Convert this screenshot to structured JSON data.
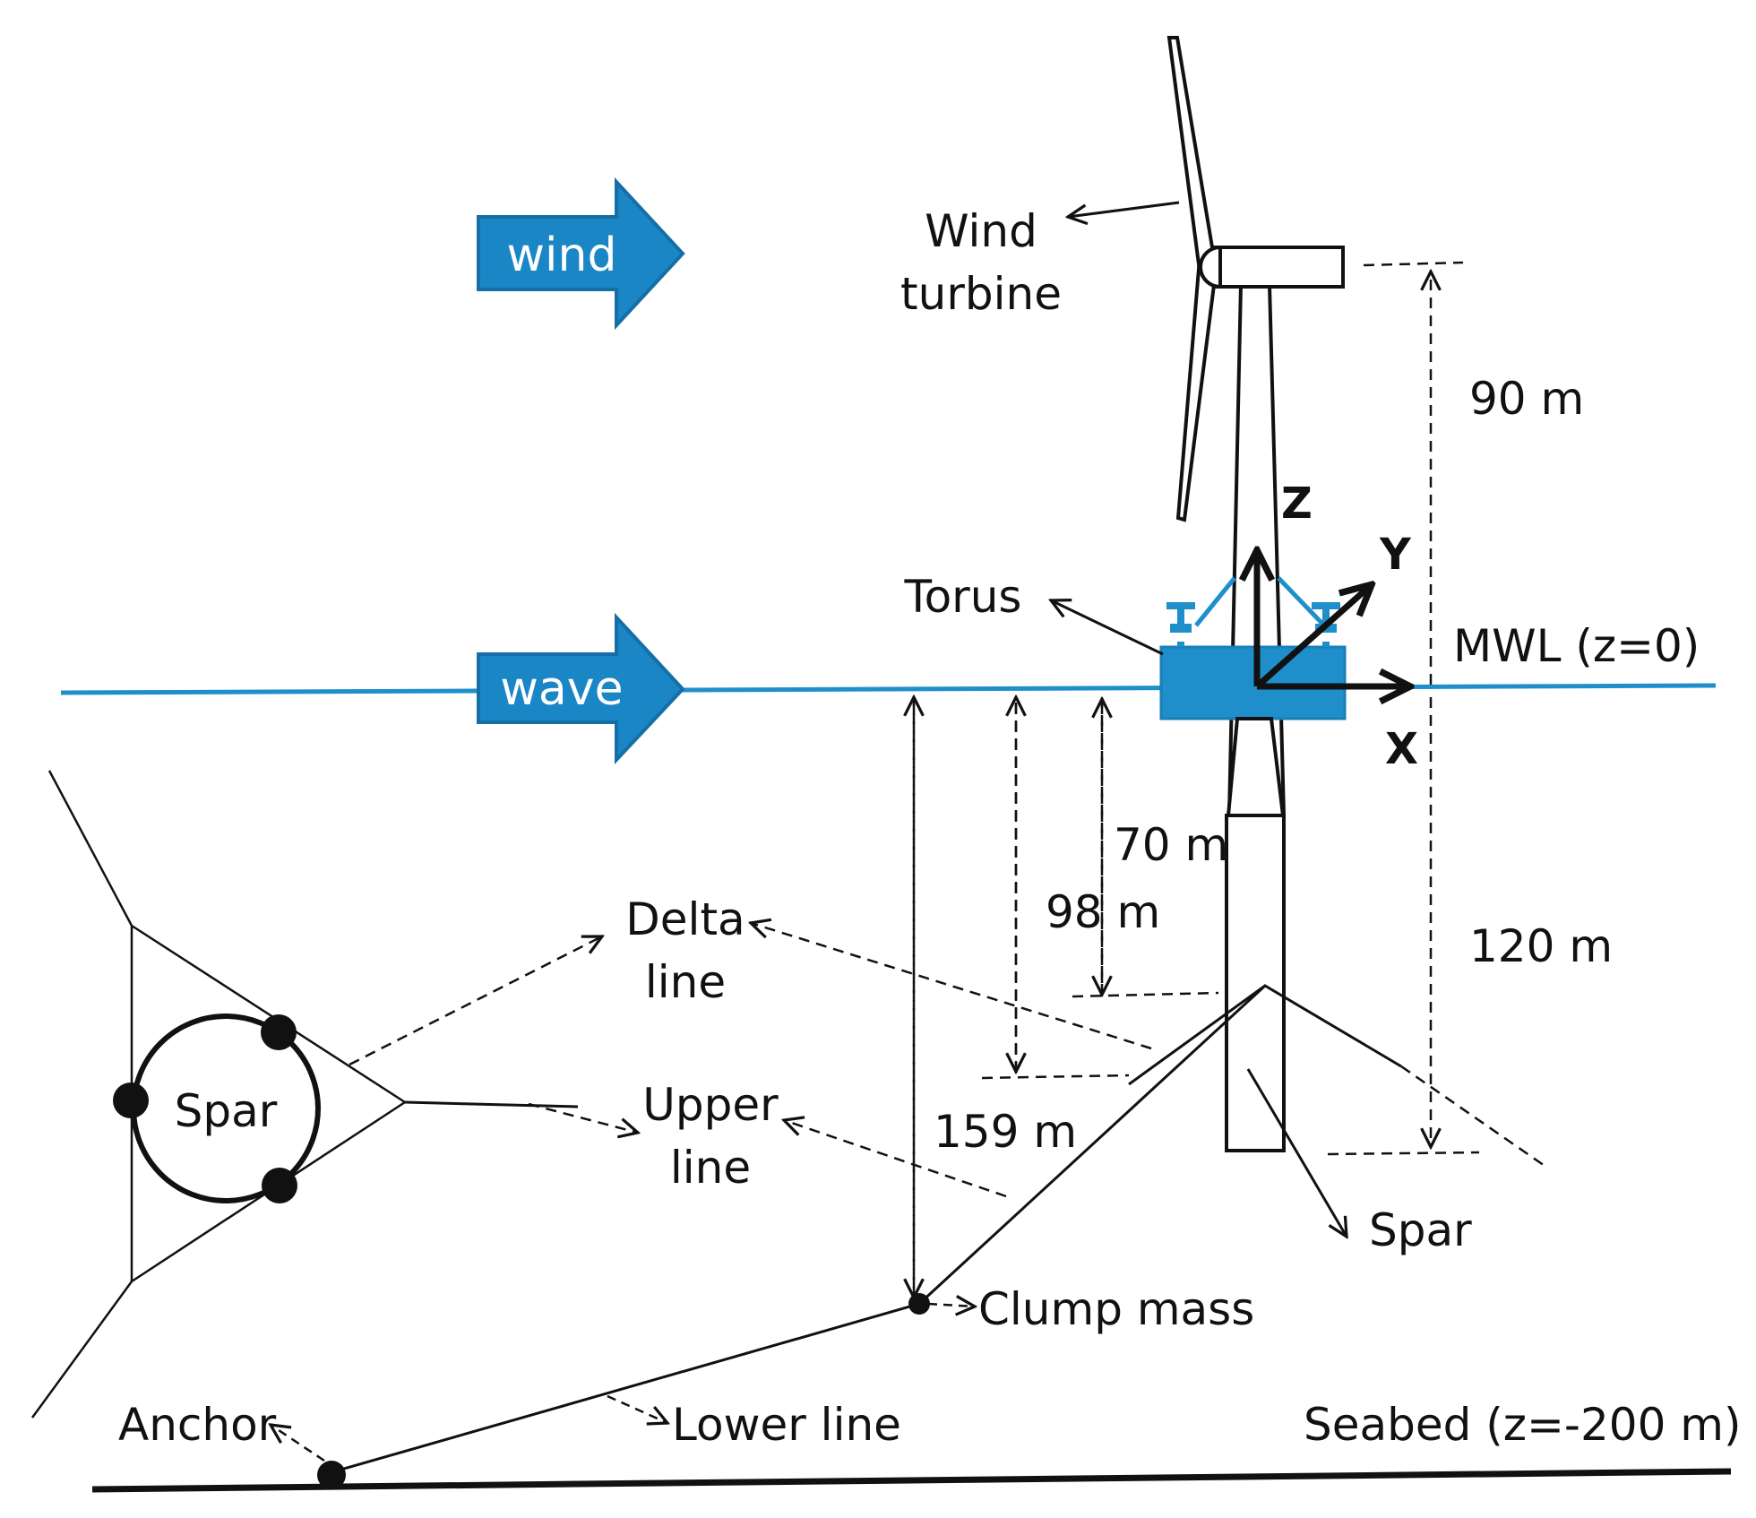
{
  "flow_labels": {
    "wind": "wind",
    "wave": "wave"
  },
  "labels": {
    "wind_turbine_1": "Wind",
    "wind_turbine_2": "turbine",
    "torus": "Torus",
    "mwl": "MWL (z=0)",
    "delta_line_1": "Delta",
    "delta_line_2": "line",
    "upper_line_1": "Upper",
    "upper_line_2": "line",
    "spar_top": "Spar",
    "spar_side": "Spar",
    "clump_mass": "Clump mass",
    "lower_line": "Lower line",
    "anchor": "Anchor",
    "seabed": "Seabed (z=-200 m)"
  },
  "dimensions": {
    "hub_height": "90 m",
    "draft": "120 m",
    "delta_depth": "70 m",
    "upper_depth": "98 m",
    "clump_depth": "159 m"
  },
  "axes": {
    "x": "X",
    "y": "Y",
    "z": "Z"
  },
  "colors": {
    "water": "#1f8fcc",
    "arrow": "#1a86c6",
    "arrow_edge": "#156fa6",
    "ink": "#111111"
  }
}
